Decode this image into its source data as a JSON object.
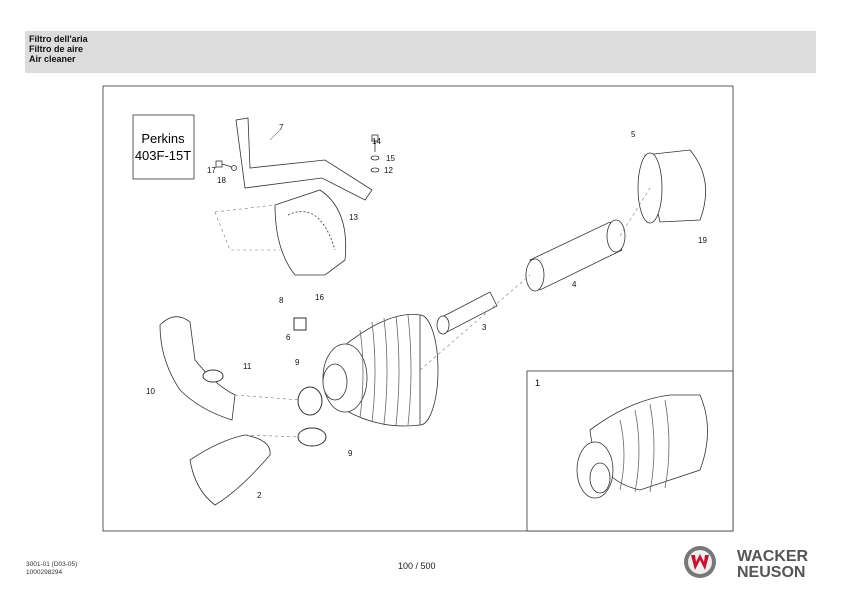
{
  "header": {
    "lines": [
      "Filtro dell'aria",
      "Filtro de aire",
      "Air cleaner"
    ]
  },
  "diagram": {
    "engine_box": {
      "line1": "Perkins",
      "line2": "403F-15T"
    },
    "inset_label": "1",
    "callouts": [
      "7",
      "14",
      "15",
      "12",
      "17",
      "18",
      "5",
      "19",
      "13",
      "4",
      "3",
      "8",
      "16",
      "6",
      "11",
      "10",
      "9",
      "9",
      "2"
    ]
  },
  "footer": {
    "doc_code": "3001-01 (D03-05)",
    "doc_number": "1000298294",
    "page": "100 / 500",
    "brand_line1": "WACKER",
    "brand_line2": "NEUSON"
  },
  "colors": {
    "header_bg": "#dcdcdc",
    "logo_red": "#c8102e",
    "logo_gray": "#555555"
  }
}
